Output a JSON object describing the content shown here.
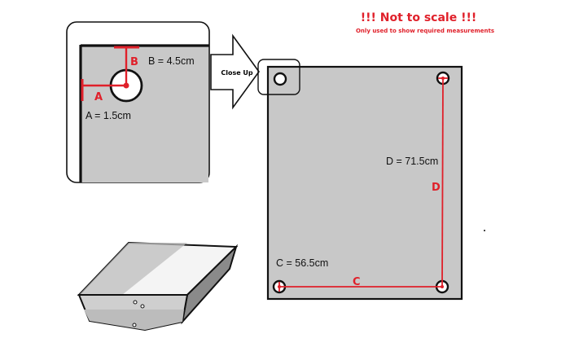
{
  "warning": {
    "title": "!!! Not to scale !!!",
    "subtitle": "Only used to show required measurements"
  },
  "closeup": {
    "arrow_label": "Close Up",
    "label_a": "A",
    "label_b": "B",
    "measure_a": "A = 1.5cm",
    "measure_b": "B = 4.5cm"
  },
  "panel": {
    "label_c": "C",
    "label_d": "D",
    "measure_c": "C = 56.5cm",
    "measure_d": "D = 71.5cm"
  },
  "colors": {
    "panel_fill": "#c8c8c8",
    "outline": "#111111",
    "measure_red": "#e0202a"
  }
}
